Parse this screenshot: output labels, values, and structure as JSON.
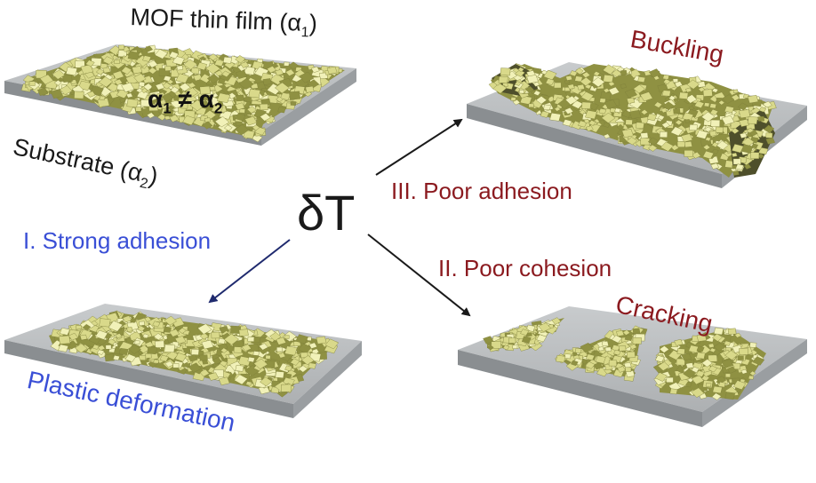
{
  "colors": {
    "substrate_top": "#b9bcbe",
    "substrate_side": "#8a8e91",
    "film": "#d9d98a",
    "film_dark": "#8f9142",
    "film_light": "#f1f1b8",
    "arrow": "#1a1a1a",
    "arrow_blue_tip": "#1f2a6e",
    "text_black": "#1a1a1a",
    "text_red": "#8b1a1f",
    "text_blue": "#3a4fd6"
  },
  "labels": {
    "film_label": "MOF thin film (α",
    "film_label_sub": "1",
    "film_label_end": ")",
    "substrate_label": "Substrate (α",
    "substrate_label_sub": "2",
    "substrate_label_end": ")",
    "inequality_a": "α",
    "inequality_a_sub": "1",
    "inequality_neq": " ≠ ",
    "inequality_b": "α",
    "inequality_b_sub": "2",
    "delta_t": "δT",
    "strong_adhesion": "I. Strong adhesion",
    "plastic_deformation": "Plastic deformation",
    "poor_cohesion": "II. Poor cohesion",
    "cracking": "Cracking",
    "poor_adhesion": "III. Poor adhesion",
    "buckling": "Buckling"
  }
}
